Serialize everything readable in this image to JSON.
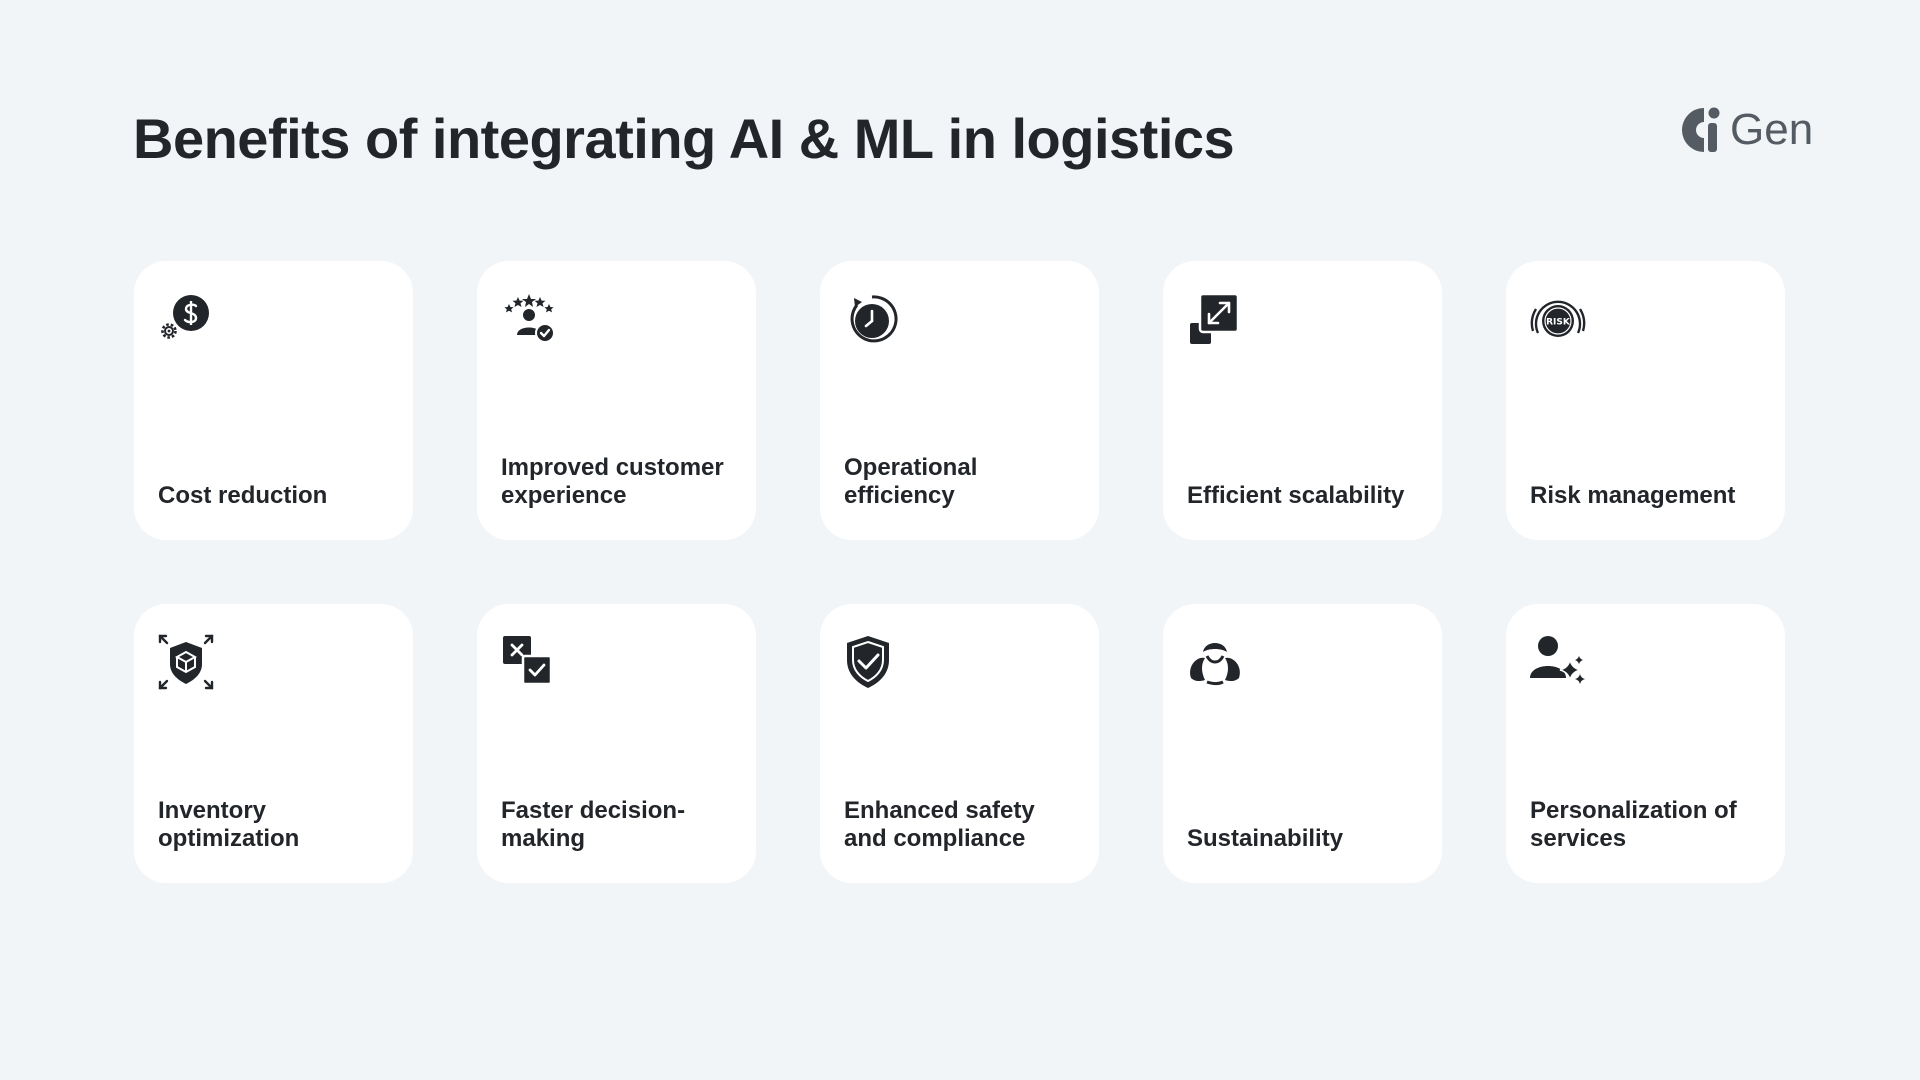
{
  "header": {
    "title": "Benefits of integrating AI & ML in logistics"
  },
  "logo": {
    "text": "Gen"
  },
  "colors": {
    "background": "#f1f5f8",
    "card": "#ffffff",
    "text": "#222529",
    "logo": "#545b63"
  },
  "cards": [
    {
      "label": "Cost reduction",
      "icon": "dollar-gear-icon"
    },
    {
      "label": "Improved customer experience",
      "icon": "customer-rating-icon"
    },
    {
      "label": "Operational efficiency",
      "icon": "clock-icon"
    },
    {
      "label": "Efficient scalability",
      "icon": "scale-expand-icon"
    },
    {
      "label": "Risk management",
      "icon": "risk-gauge-icon",
      "icon_text": "RISK"
    },
    {
      "label": "Inventory optimization",
      "icon": "box-shield-icon"
    },
    {
      "label": "Faster decision-making",
      "icon": "decision-check-icon"
    },
    {
      "label": "Enhanced safety and compliance",
      "icon": "shield-check-icon"
    },
    {
      "label": "Sustainability",
      "icon": "recycle-leaves-icon"
    },
    {
      "label": "Personalization of services",
      "icon": "user-sparkle-icon"
    }
  ]
}
